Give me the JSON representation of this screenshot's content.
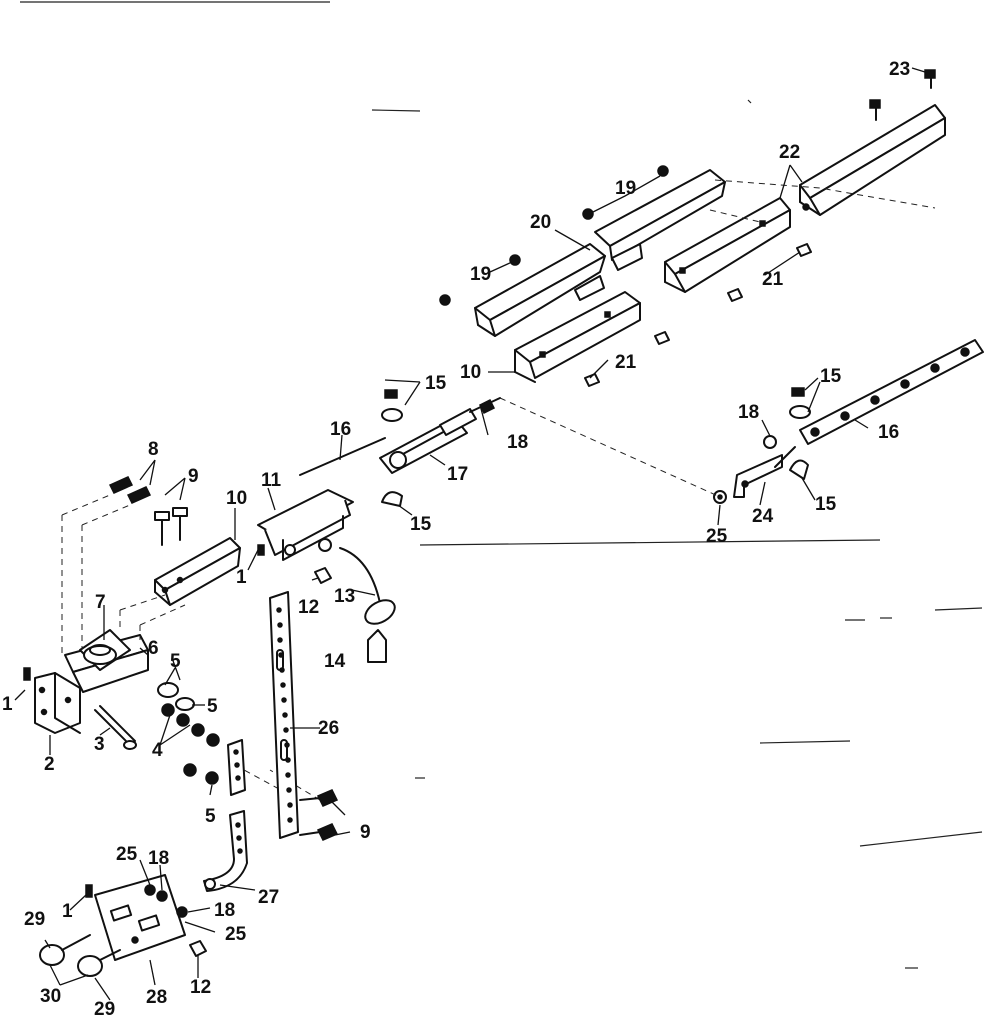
{
  "callouts": {
    "c1a": "1",
    "c1b": "1",
    "c1c": "1",
    "c2": "2",
    "c3": "3",
    "c4": "4",
    "c5a": "5",
    "c5b": "5",
    "c5c": "5",
    "c6": "6",
    "c7": "7",
    "c8": "8",
    "c9a": "9",
    "c9b": "9",
    "c10a": "10",
    "c10b": "10",
    "c11": "11",
    "c12a": "12",
    "c12b": "12",
    "c13": "13",
    "c14": "14",
    "c15a": "15",
    "c15b": "15",
    "c15c": "15",
    "c15d": "15",
    "c16a": "16",
    "c16b": "16",
    "c17": "17",
    "c18a": "18",
    "c18b": "18",
    "c18c": "18",
    "c18d": "18",
    "c19a": "19",
    "c19b": "19",
    "c20": "20",
    "c21a": "21",
    "c21b": "21",
    "c22": "22",
    "c23": "23",
    "c24": "24",
    "c25a": "25",
    "c25b": "25",
    "c25c": "25",
    "c26": "26",
    "c27": "27",
    "c28": "28",
    "c29a": "29",
    "c29b": "29",
    "c30": "30"
  }
}
